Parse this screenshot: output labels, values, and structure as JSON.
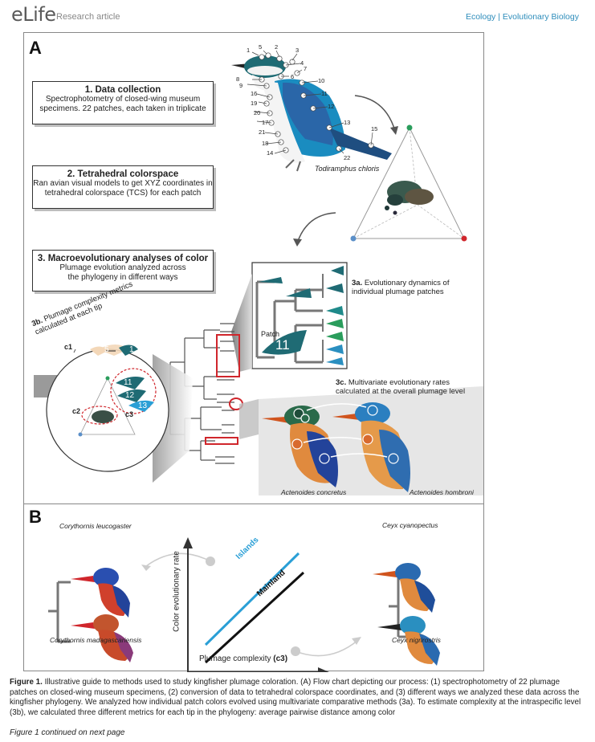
{
  "header": {
    "brand": "eLife",
    "article_type": "Research article",
    "subject": "Ecology | Evolutionary Biology"
  },
  "panel_a": {
    "letter": "A",
    "box1": {
      "title": "1. Data collection",
      "text": "Spectrophotometry of closed-wing museum specimens. 22 patches, each taken in triplicate"
    },
    "box2": {
      "title": "2. Tetrahedral colorspace",
      "text": "Ran avian visual models to get XYZ coordinates in tetrahedral colorspace (TCS) for each patch"
    },
    "box3": {
      "title": "3. Macroevolutionary analyses of color",
      "text": "Plumage evolution analyzed across the phylogeny in different ways"
    },
    "species_chloris": "Todiramphus chloris",
    "patch_numbers": [
      "1",
      "5",
      "2",
      "3",
      "4",
      "7",
      "6",
      "8",
      "9",
      "10",
      "16",
      "11",
      "19",
      "12",
      "20",
      "17",
      "13",
      "15",
      "21",
      "18",
      "14",
      "22"
    ],
    "label_3a_bold": "3a.",
    "label_3a": "Evolutionary dynamics of individual plumage patches",
    "patch_label": "Patch",
    "patch_number": "11",
    "label_3b_bold": "3b.",
    "label_3b": "Plumage complexity metrics calculated at each tip",
    "c1": "c1",
    "c2": "c2",
    "c3": "c3",
    "c1_a": "5",
    "c1_b": "1",
    "c3_values": [
      "11",
      "12",
      "13"
    ],
    "label_3c_bold": "3c.",
    "label_3c": "Multivariate evolutionary rates calculated at the overall plumage level",
    "species_concretus": "Actenoides concretus",
    "species_hombroni": "Actenoides hombroni"
  },
  "panel_b": {
    "letter": "B",
    "species_leucogaster": "Corythornis leucogaster",
    "species_madagascariensis": "Corythornis madagascariensis",
    "species_cyanopectus": "Ceyx cyanopectus",
    "species_nigrirostris": "Ceyx nigrirostris",
    "ylabel": "Color evolutionary rate",
    "xlabel_prefix": "Plumage complexity ",
    "xlabel_suffix": "(c3)",
    "line_islands": "Islands",
    "line_mainland": "Mainland"
  },
  "caption": {
    "label": "Figure 1.",
    "text": " Illustrative guide to methods used to study kingfisher plumage coloration. (A) Flow chart depicting our process: (1) spectrophotometry of 22 plumage patches on closed-wing museum specimens, (2) conversion of data to tetrahedral colorspace coordinates, and (3) different ways we analyzed these data across the kingfisher phylogeny. We analyzed how individual patch colors evolved using multivariate comparative methods (3a). To estimate complexity at the intraspecific level (3b), we calculated three different metrics for each tip in the phylogeny: average pairwise distance among color",
    "continued": "Figure 1 continued on next page"
  },
  "colors": {
    "islands": "#2a9fd6",
    "mainland": "#111111",
    "red_box": "#d0262c",
    "teal": "#1f6b74",
    "green": "#2a9d5c"
  }
}
